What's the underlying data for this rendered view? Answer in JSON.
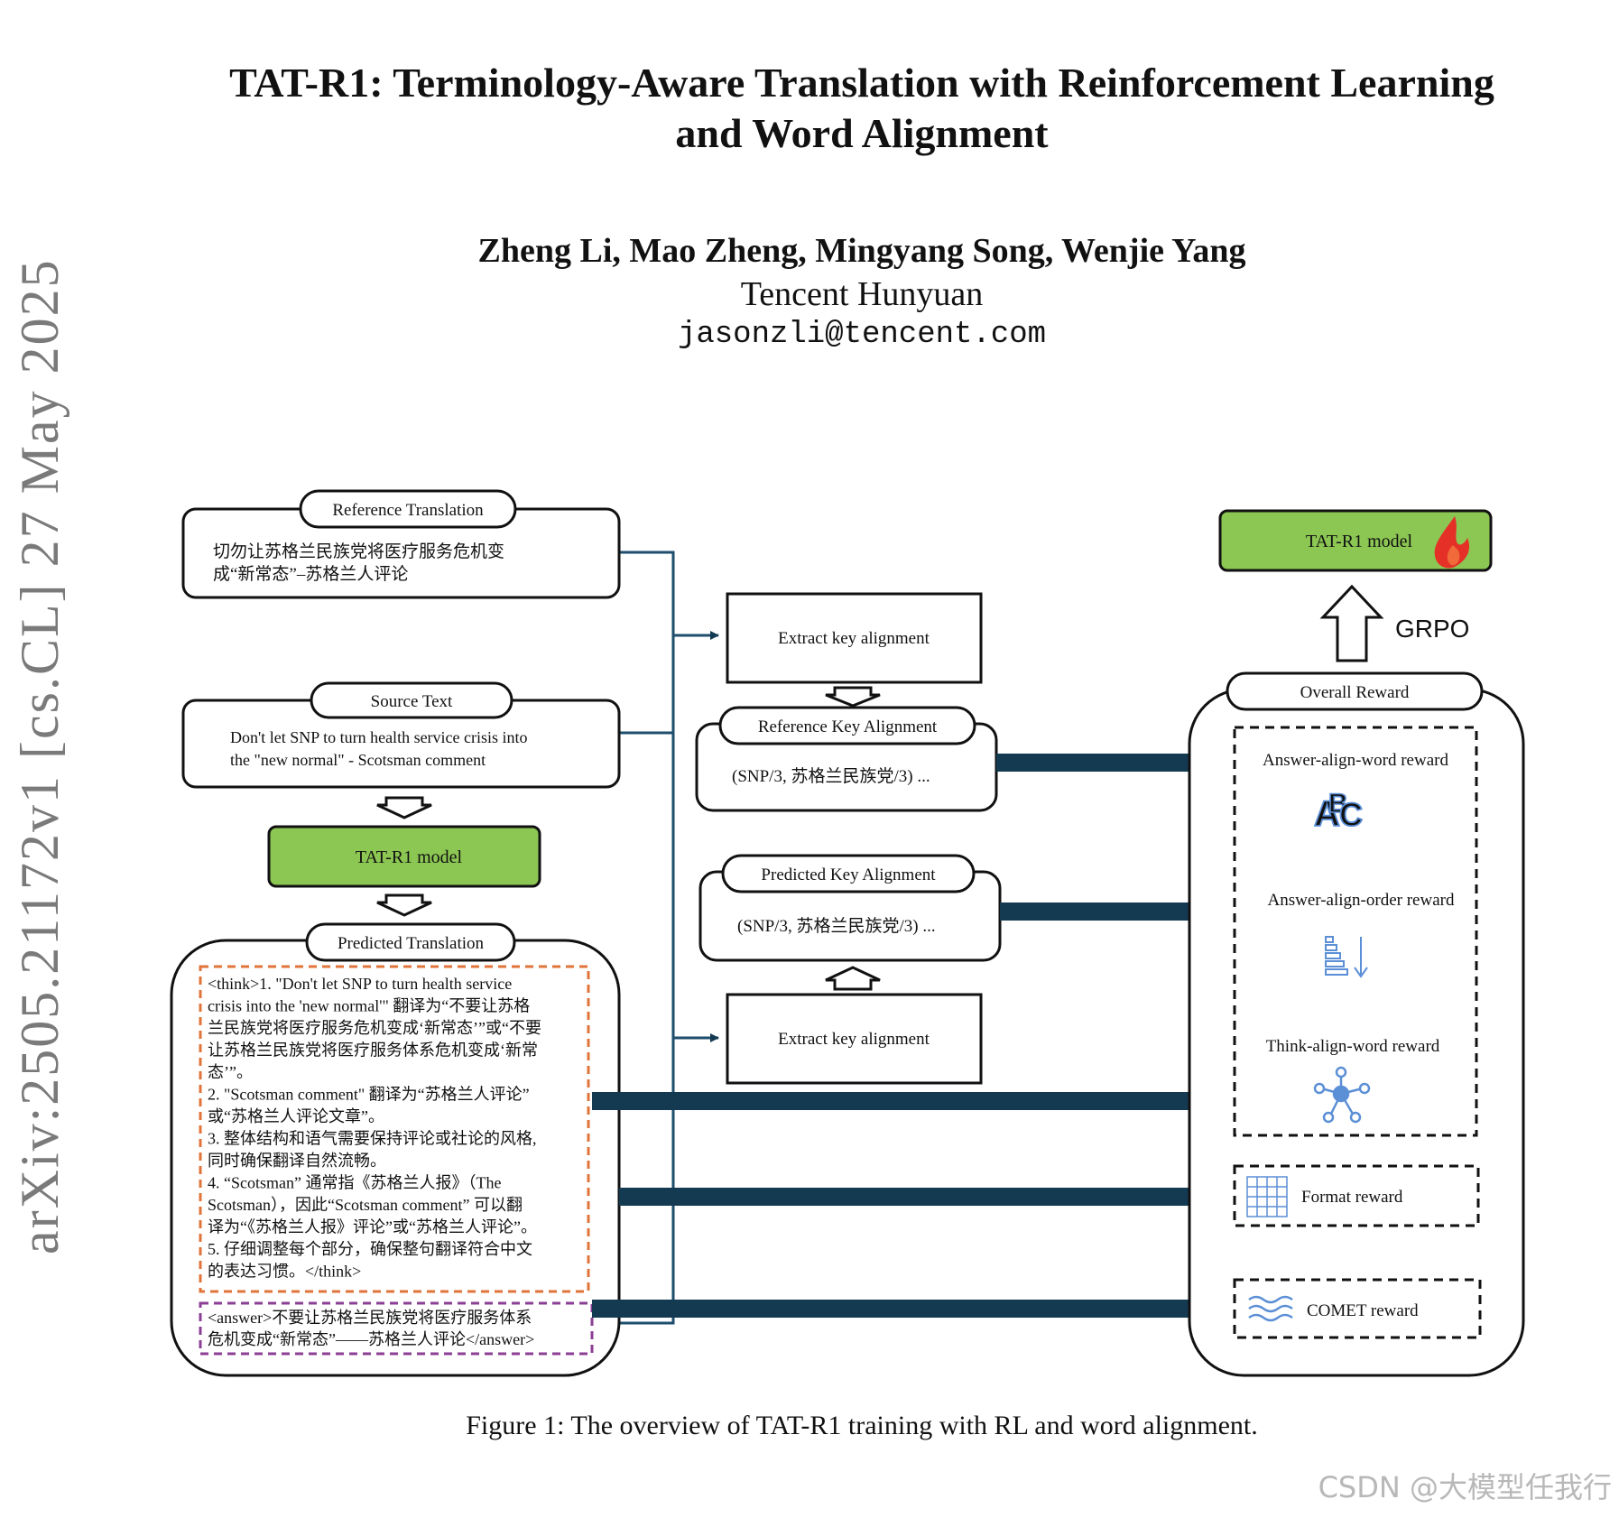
{
  "paper": {
    "title_line1": "TAT-R1: Terminology-Aware Translation with Reinforcement Learning",
    "title_line2": "and Word Alignment",
    "authors": "Zheng Li, Mao Zheng, Mingyang Song, Wenjie Yang",
    "affiliation": "Tencent Hunyuan",
    "email": "jasonzli@tencent.com",
    "arxiv_id": "arXiv:2505.21172v1  [cs.CL]  27 May 2025"
  },
  "figure": {
    "reference_translation": {
      "label": "Reference Translation",
      "line1": "切勿让苏格兰民族党将医疗服务危机变",
      "line2": "成“新常态”–苏格兰人评论"
    },
    "source_text": {
      "label": "Source Text",
      "line1": "Don't let SNP to turn health service crisis into",
      "line2": "the \"new normal\" - Scotsman comment"
    },
    "model_left": "TAT-R1 model",
    "predicted_translation": {
      "label": "Predicted Translation",
      "think_lines": [
        "<think>1. \"Don't let SNP to turn health service",
        "crisis into the 'new normal'\" 翻译为“不要让苏格",
        "兰民族党将医疗服务危机变成‘新常态’”或“不要",
        "让苏格兰民族党将医疗服务体系危机变成‘新常",
        "态’”。",
        "2. \"Scotsman comment\" 翻译为“苏格兰人评论”",
        "或“苏格兰人评论文章”。",
        "3. 整体结构和语气需要保持评论或社论的风格,",
        "同时确保翻译自然流畅。",
        "4. “Scotsman” 通常指《苏格兰人报》（The",
        "Scotsman），因此“Scotsman comment” 可以翻",
        "译为“《苏格兰人报》评论”或“苏格兰人评论”。",
        "5. 仔细调整每个部分，确保整句翻译符合中文",
        "的表达习惯。</think>"
      ],
      "answer_lines": [
        "<answer>不要让苏格兰民族党将医疗服务体系",
        "危机变成“新常态”——苏格兰人评论</answer>"
      ]
    },
    "extract_top": "Extract key alignment",
    "extract_bottom": "Extract key alignment",
    "reference_key_alignment": {
      "label": "Reference Key Alignment",
      "value": "(SNP/3, 苏格兰民族党/3) ..."
    },
    "predicted_key_alignment": {
      "label": "Predicted Key Alignment",
      "value": "(SNP/3, 苏格兰民族党/3) ..."
    },
    "model_right": "TAT-R1 model",
    "grpo": "GRPO",
    "overall_reward": "Overall Reward",
    "rewards": {
      "answer_align_word": "Answer-align-word reward",
      "answer_align_order": "Answer-align-order reward",
      "think_align_word": "Think-align-word reward",
      "format": "Format reward",
      "comet": "COMET reward"
    },
    "icons": {
      "abc": "abc-icon",
      "order": "sort-order-icon",
      "network": "network-icon",
      "grid": "table-grid-icon",
      "waves": "waves-icon",
      "fire": "fire-icon"
    },
    "colors": {
      "green": "#8cc653",
      "navy": "#143a52",
      "orange_dash": "#e0743a",
      "purple_dash": "#8b3f95",
      "icon_blue": "#5b8fd6"
    }
  },
  "caption": "Figure 1: The overview of TAT-R1 training with RL and word alignment.",
  "watermark": "CSDN @大模型任我行"
}
